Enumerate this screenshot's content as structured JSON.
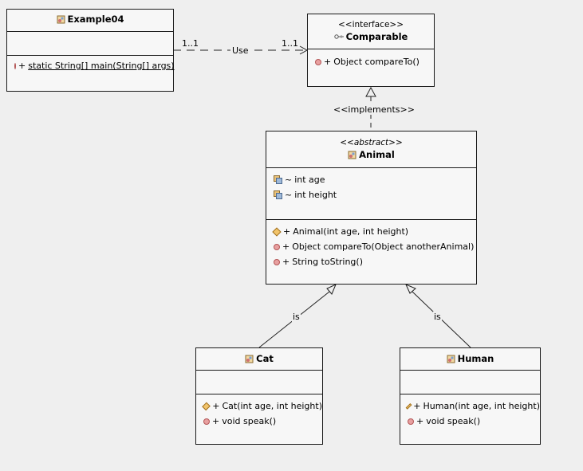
{
  "association": {
    "label": "Use",
    "mult_left": "1..1",
    "mult_right": "1..1"
  },
  "realization": {
    "label": "<<implements>>"
  },
  "generalization": {
    "cat_label": "is",
    "human_label": "is"
  },
  "example04": {
    "name": "Example04",
    "methods": [
      {
        "vis": "+",
        "text": "static String[] main(String[] args)"
      }
    ]
  },
  "comparable": {
    "stereotype": "<<interface>>",
    "name": "Comparable",
    "methods": [
      {
        "vis": "+",
        "text": "Object compareTo()"
      }
    ]
  },
  "animal": {
    "stereotype": "<<abstract>>",
    "name": "Animal",
    "fields": [
      {
        "vis": "~",
        "text": "int age"
      },
      {
        "vis": "~",
        "text": "int height"
      }
    ],
    "methods": [
      {
        "vis": "+",
        "text": "Animal(int age, int height)"
      },
      {
        "vis": "+",
        "text": "Object compareTo(Object anotherAnimal)"
      },
      {
        "vis": "+",
        "text": "String toString()"
      }
    ]
  },
  "cat": {
    "name": "Cat",
    "methods": [
      {
        "vis": "+",
        "text": "Cat(int age, int height)"
      },
      {
        "vis": "+",
        "text": "void speak()"
      }
    ]
  },
  "human": {
    "name": "Human",
    "methods": [
      {
        "vis": "+",
        "text": "Human(int age, int height)"
      },
      {
        "vis": "+",
        "text": "void speak()"
      }
    ]
  },
  "icons": {
    "class": "class-icon",
    "interface": "interface-icon",
    "method": "method-icon",
    "constructor": "constructor-icon",
    "field": "field-icon"
  }
}
